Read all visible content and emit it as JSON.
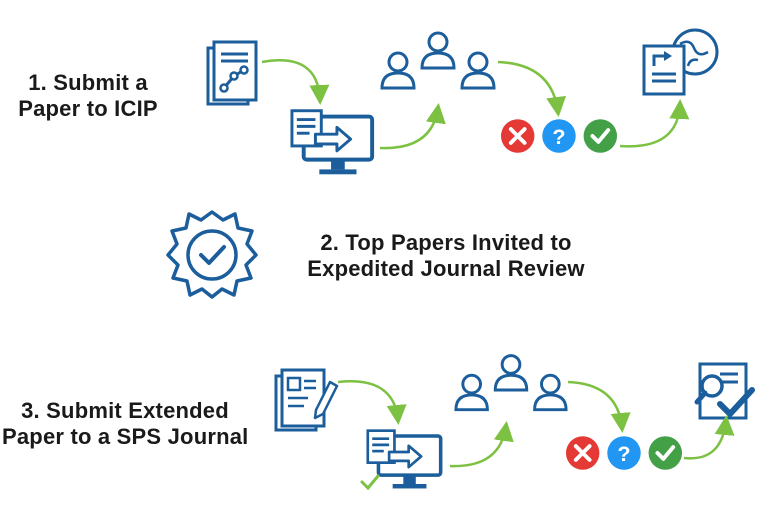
{
  "steps": [
    {
      "lines": [
        "1. Submit a",
        "Paper to ICIP"
      ]
    },
    {
      "lines": [
        "2. Top Papers Invited to",
        "Expedited Journal Review"
      ]
    },
    {
      "lines": [
        "3. Submit Extended",
        "Paper to a SPS Journal"
      ]
    }
  ],
  "icons": [
    "paper-document-icon",
    "computer-submit-icon",
    "reviewers-group-icon",
    "reject-icon",
    "question-icon",
    "accept-icon",
    "publish-globe-icon",
    "award-badge-icon",
    "journal-sign-icon",
    "review-check-icon"
  ],
  "colors": {
    "icon_blue": "#1b5e9b",
    "arrow_green": "#7cc142",
    "reject_red": "#e53935",
    "question_blue": "#2196f3",
    "accept_green": "#43a047",
    "text": "#1a1a1a"
  }
}
